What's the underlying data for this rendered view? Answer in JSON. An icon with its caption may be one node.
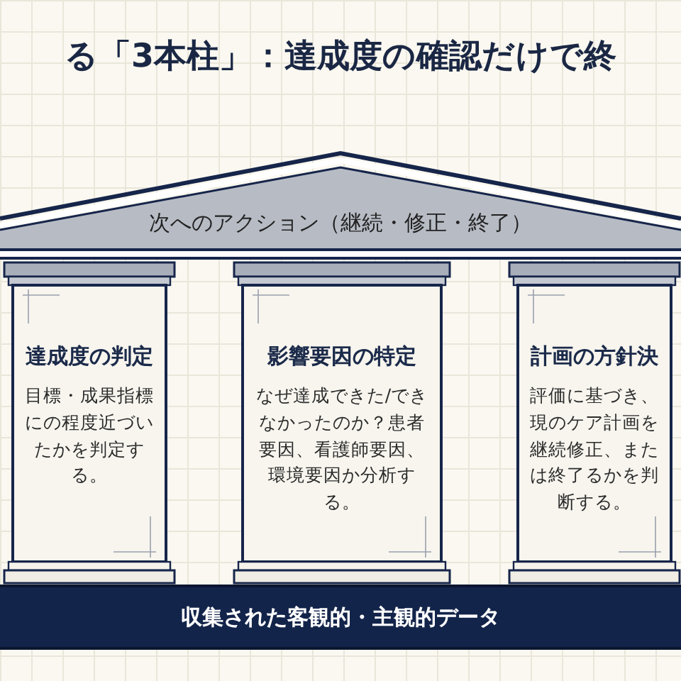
{
  "diagram": {
    "title": "る「3本柱」：達成度の確認だけで終",
    "nodes": [
      {
        "text": [
          "次へのアクション（継続・修正・終了）"
        ]
      },
      {
        "text": [
          "達成度の判定",
          "目標・成果指標にの程度近づいたかを判定する。"
        ]
      },
      {
        "text": [
          "影響要因の特定",
          "なぜ達成できた/できなかったのか？患者要因、看護師要因、環境要因か分析する。"
        ]
      },
      {
        "text": [
          "計画の方針決",
          "評価に基づき、現のケア計画を継続修正、または終了るかを判断する。"
        ]
      },
      {
        "text": [
          "収集された客観的・主観的データ"
        ]
      }
    ]
  }
}
